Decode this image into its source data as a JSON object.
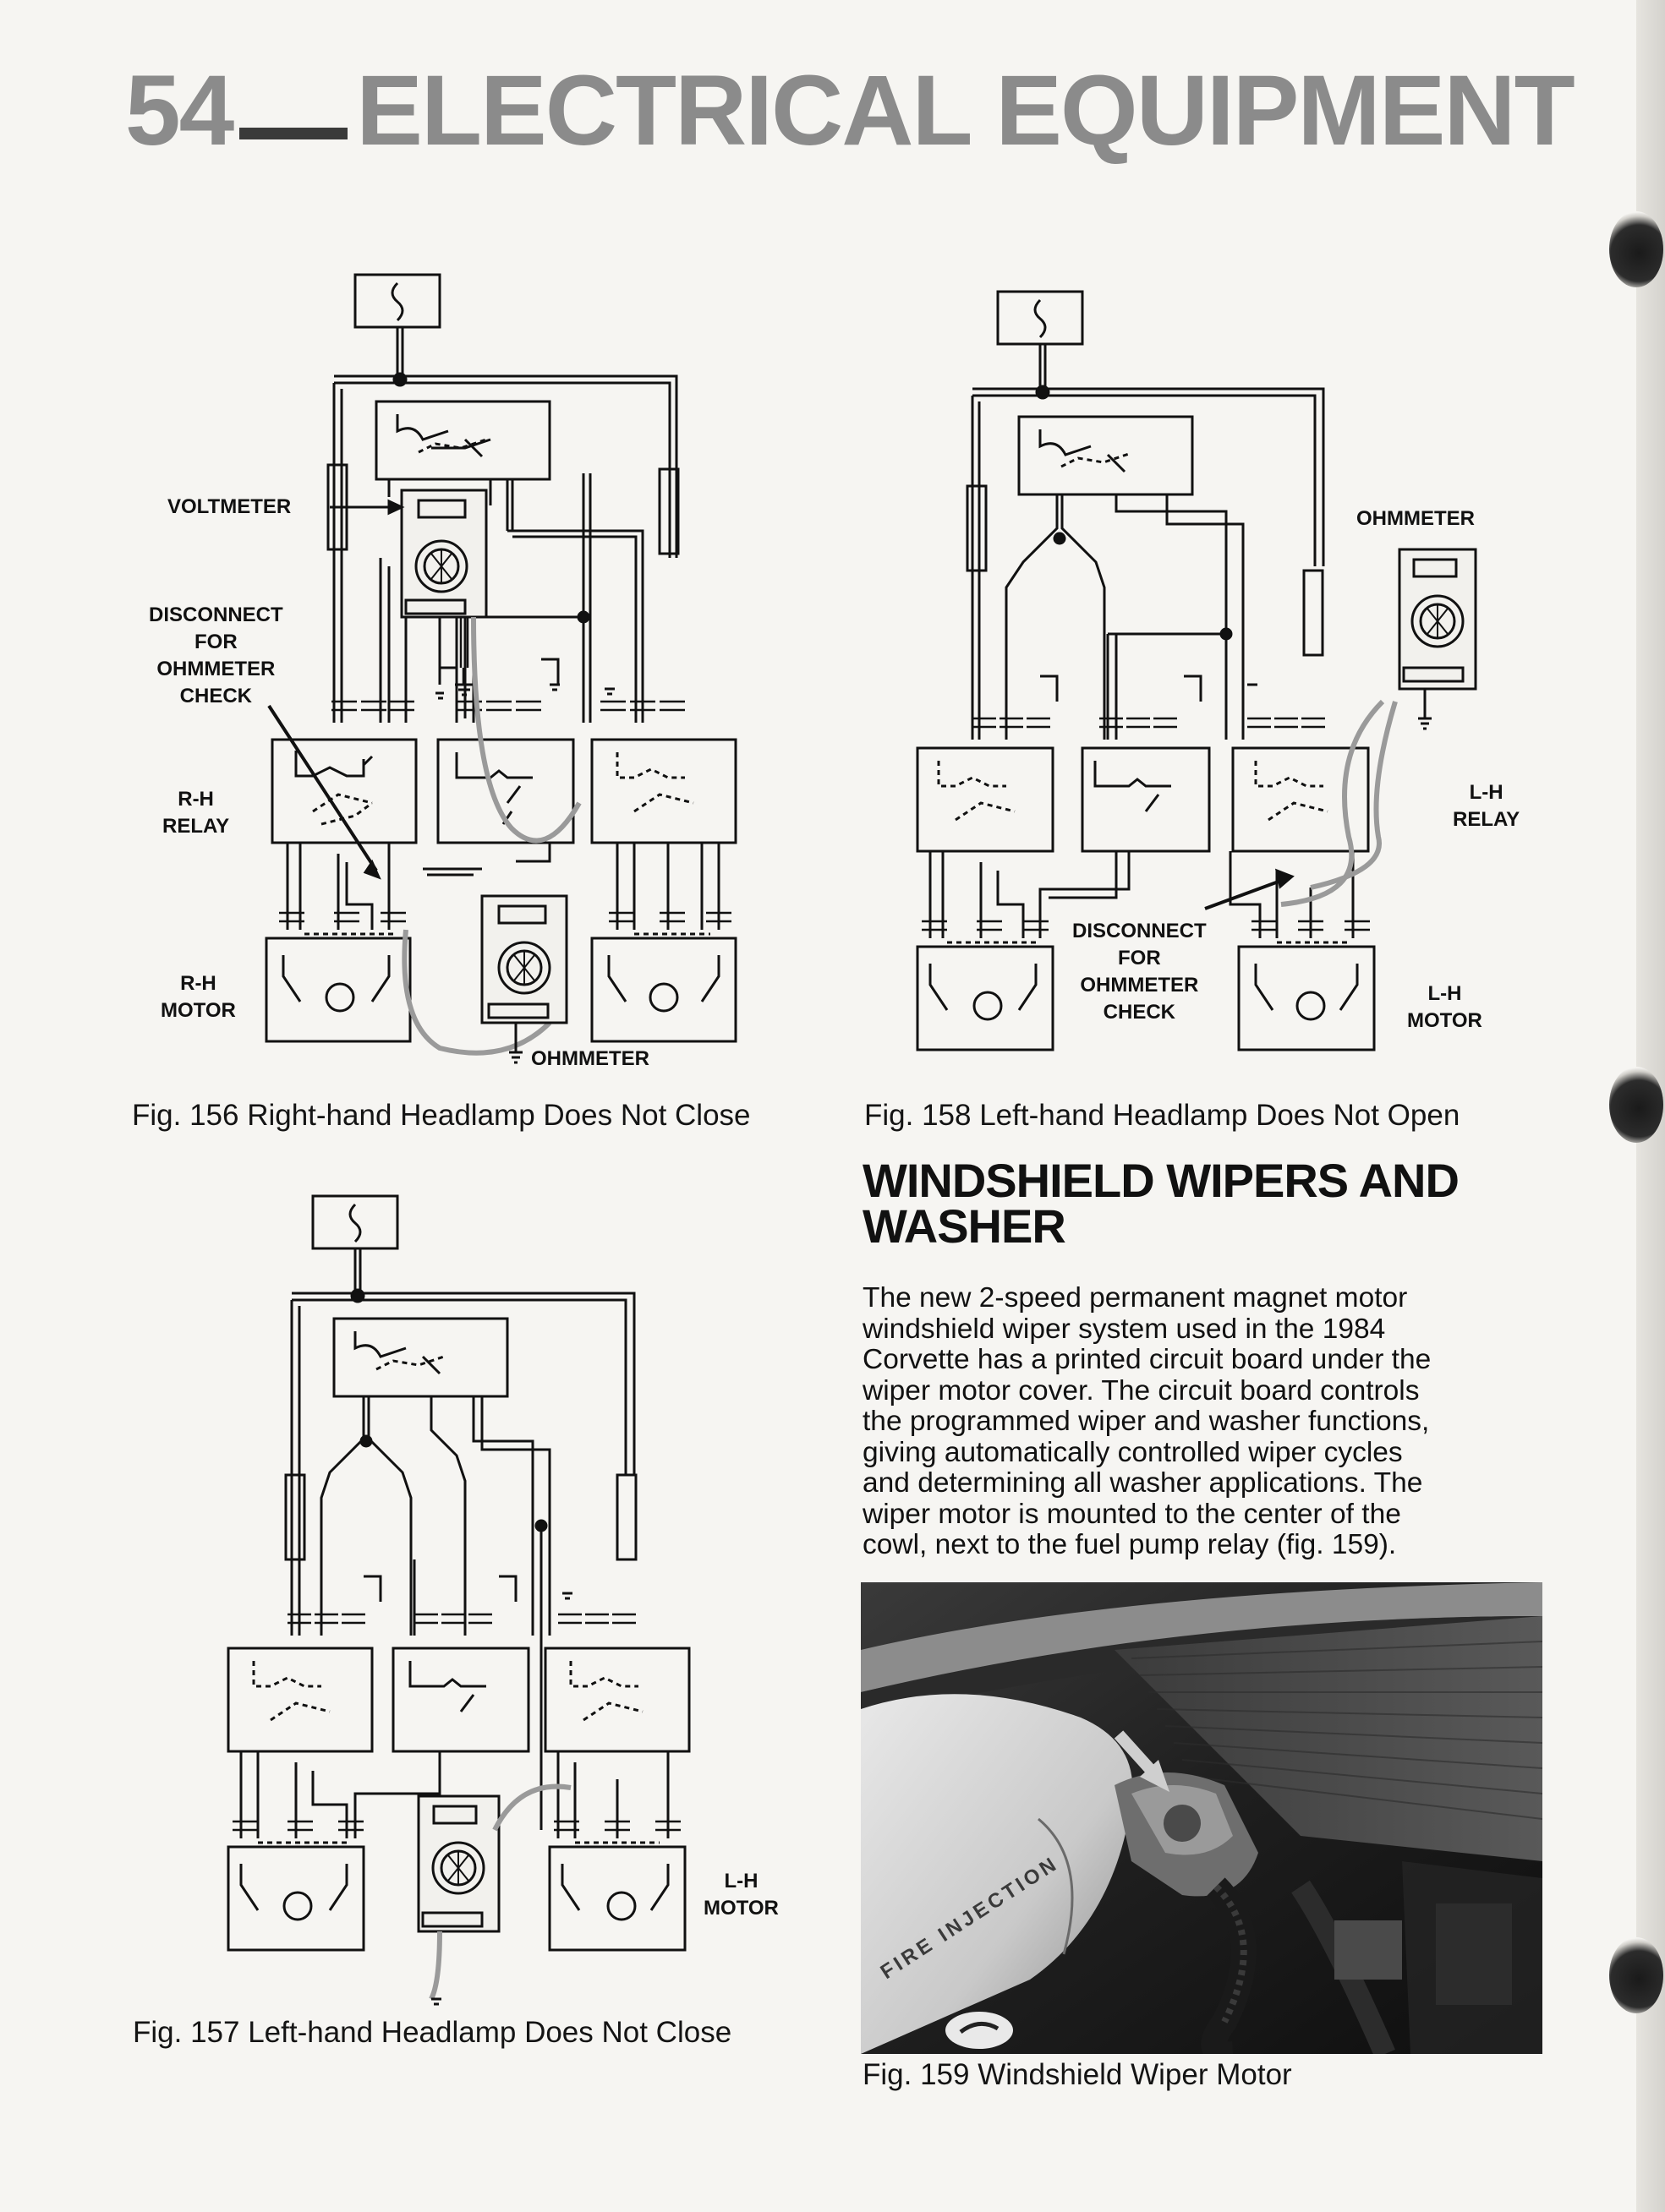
{
  "header": {
    "page_number": "54",
    "section_title": "ELECTRICAL EQUIPMENT"
  },
  "fig156": {
    "caption": "Fig. 156 Right-hand Headlamp Does Not Close",
    "labels": {
      "voltmeter": "VOLTMETER",
      "disconnect": [
        "DISCONNECT",
        "FOR",
        "OHMMETER",
        "CHECK"
      ],
      "relay": [
        "R-H",
        "RELAY"
      ],
      "motor": [
        "R-H",
        "MOTOR"
      ],
      "ohmmeter": "OHMMETER"
    }
  },
  "fig157": {
    "caption": "Fig. 157 Left-hand Headlamp Does Not Close",
    "labels": {
      "motor": [
        "L-H",
        "MOTOR"
      ]
    }
  },
  "fig158": {
    "caption": "Fig. 158 Left-hand Headlamp Does Not Open",
    "labels": {
      "ohmmeter": "OHMMETER",
      "relay": [
        "L-H",
        "RELAY"
      ],
      "disconnect": [
        "DISCONNECT",
        "FOR",
        "OHMMETER",
        "CHECK"
      ],
      "motor": [
        "L-H",
        "MOTOR"
      ]
    }
  },
  "section": {
    "heading_lines": [
      "WINDSHIELD WIPERS AND",
      "WASHER"
    ],
    "body_lines": [
      "The new 2-speed permanent magnet motor",
      "windshield wiper system used in the 1984",
      "Corvette has a printed circuit board under the",
      "wiper motor cover. The circuit board controls",
      "the programmed wiper and washer functions,",
      "giving automatically controlled wiper cycles",
      "and determining all washer applications. The",
      "wiper motor is mounted to the center of the",
      "cowl, next to the fuel pump relay (fig. 159)."
    ]
  },
  "fig159": {
    "caption": "Fig. 159 Windshield Wiper Motor",
    "photo_text": "FIRE INJECTION"
  },
  "colors": {
    "header_gray": "#8b8b8b",
    "ink": "#111111",
    "probe_lead": "#9a9a9a",
    "paper": "#f6f5f2"
  }
}
